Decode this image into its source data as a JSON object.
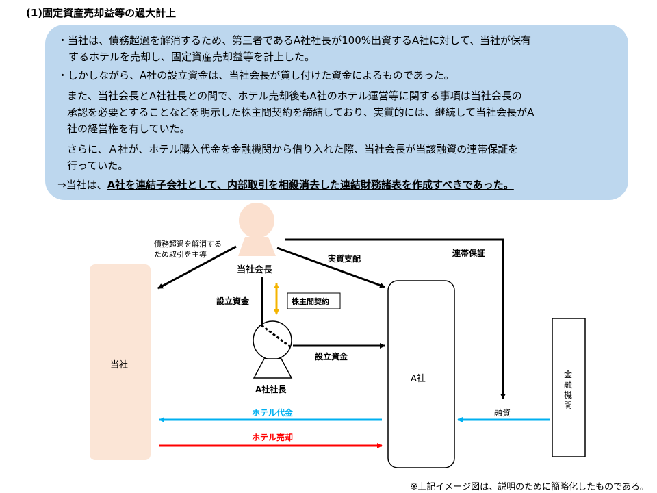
{
  "title": "(1)固定資産売却益等の過大計上",
  "summary": {
    "bullet1_line1": "・当社は、債務超過を解消するため、第三者であるA社社長が100%出資するA社に対して、当社が保有",
    "bullet1_line2": "するホテルを売却し、固定資産売却益等を計上した。",
    "bullet2": "・しかしながら、A社の設立資金は、当社会長が貸し付けた資金によるものであった。",
    "para2_line1": "また、当社会長とA社社長との間で、ホテル売却後もA社のホテル運営等に関する事項は当社会長の",
    "para2_line2": "承認を必要とすることなどを明示した株主間契約を締結しており、実質的には、継続して当社会長がA",
    "para2_line3": "社の経営権を有していた。",
    "para3_line1": "さらに、Ａ社が、ホテル購入代金を金融機関から借り入れた際、当社会長が当該融資の連帯保証を",
    "para3_line2": "行っていた。",
    "conclusion_prefix": "⇒当社は、",
    "conclusion_emph": "A社を連結子会社として、内部取引を相殺消去した連結財務諸表を作成すべきであった。"
  },
  "diagram": {
    "chairman_label": "当社会長",
    "our_company": "当社",
    "a_company": "A社",
    "a_president": "A社社長",
    "bank": "金融機関",
    "transaction_note_line1": "債務超過を解消する",
    "transaction_note_line2": "ため取引を主導",
    "effective_control": "実質支配",
    "joint_guarantee": "連帯保証",
    "setup_funds_left": "設立資金",
    "shareholders_agreement": "株主間契約",
    "setup_funds_right": "設立資金",
    "hotel_payment": "ホテル代金",
    "hotel_sale": "ホテル売却",
    "financing": "融資"
  },
  "colors": {
    "box_bg": "#bdd7ee",
    "person_fill": "#fbe0cf",
    "company_fill": "#fbe5d6",
    "hotel_payment": "#00b0f0",
    "hotel_sale": "#ff0000",
    "agreement": "#f4b400"
  },
  "footnote": "※上記イメージ図は、説明のために簡略化したものである。"
}
